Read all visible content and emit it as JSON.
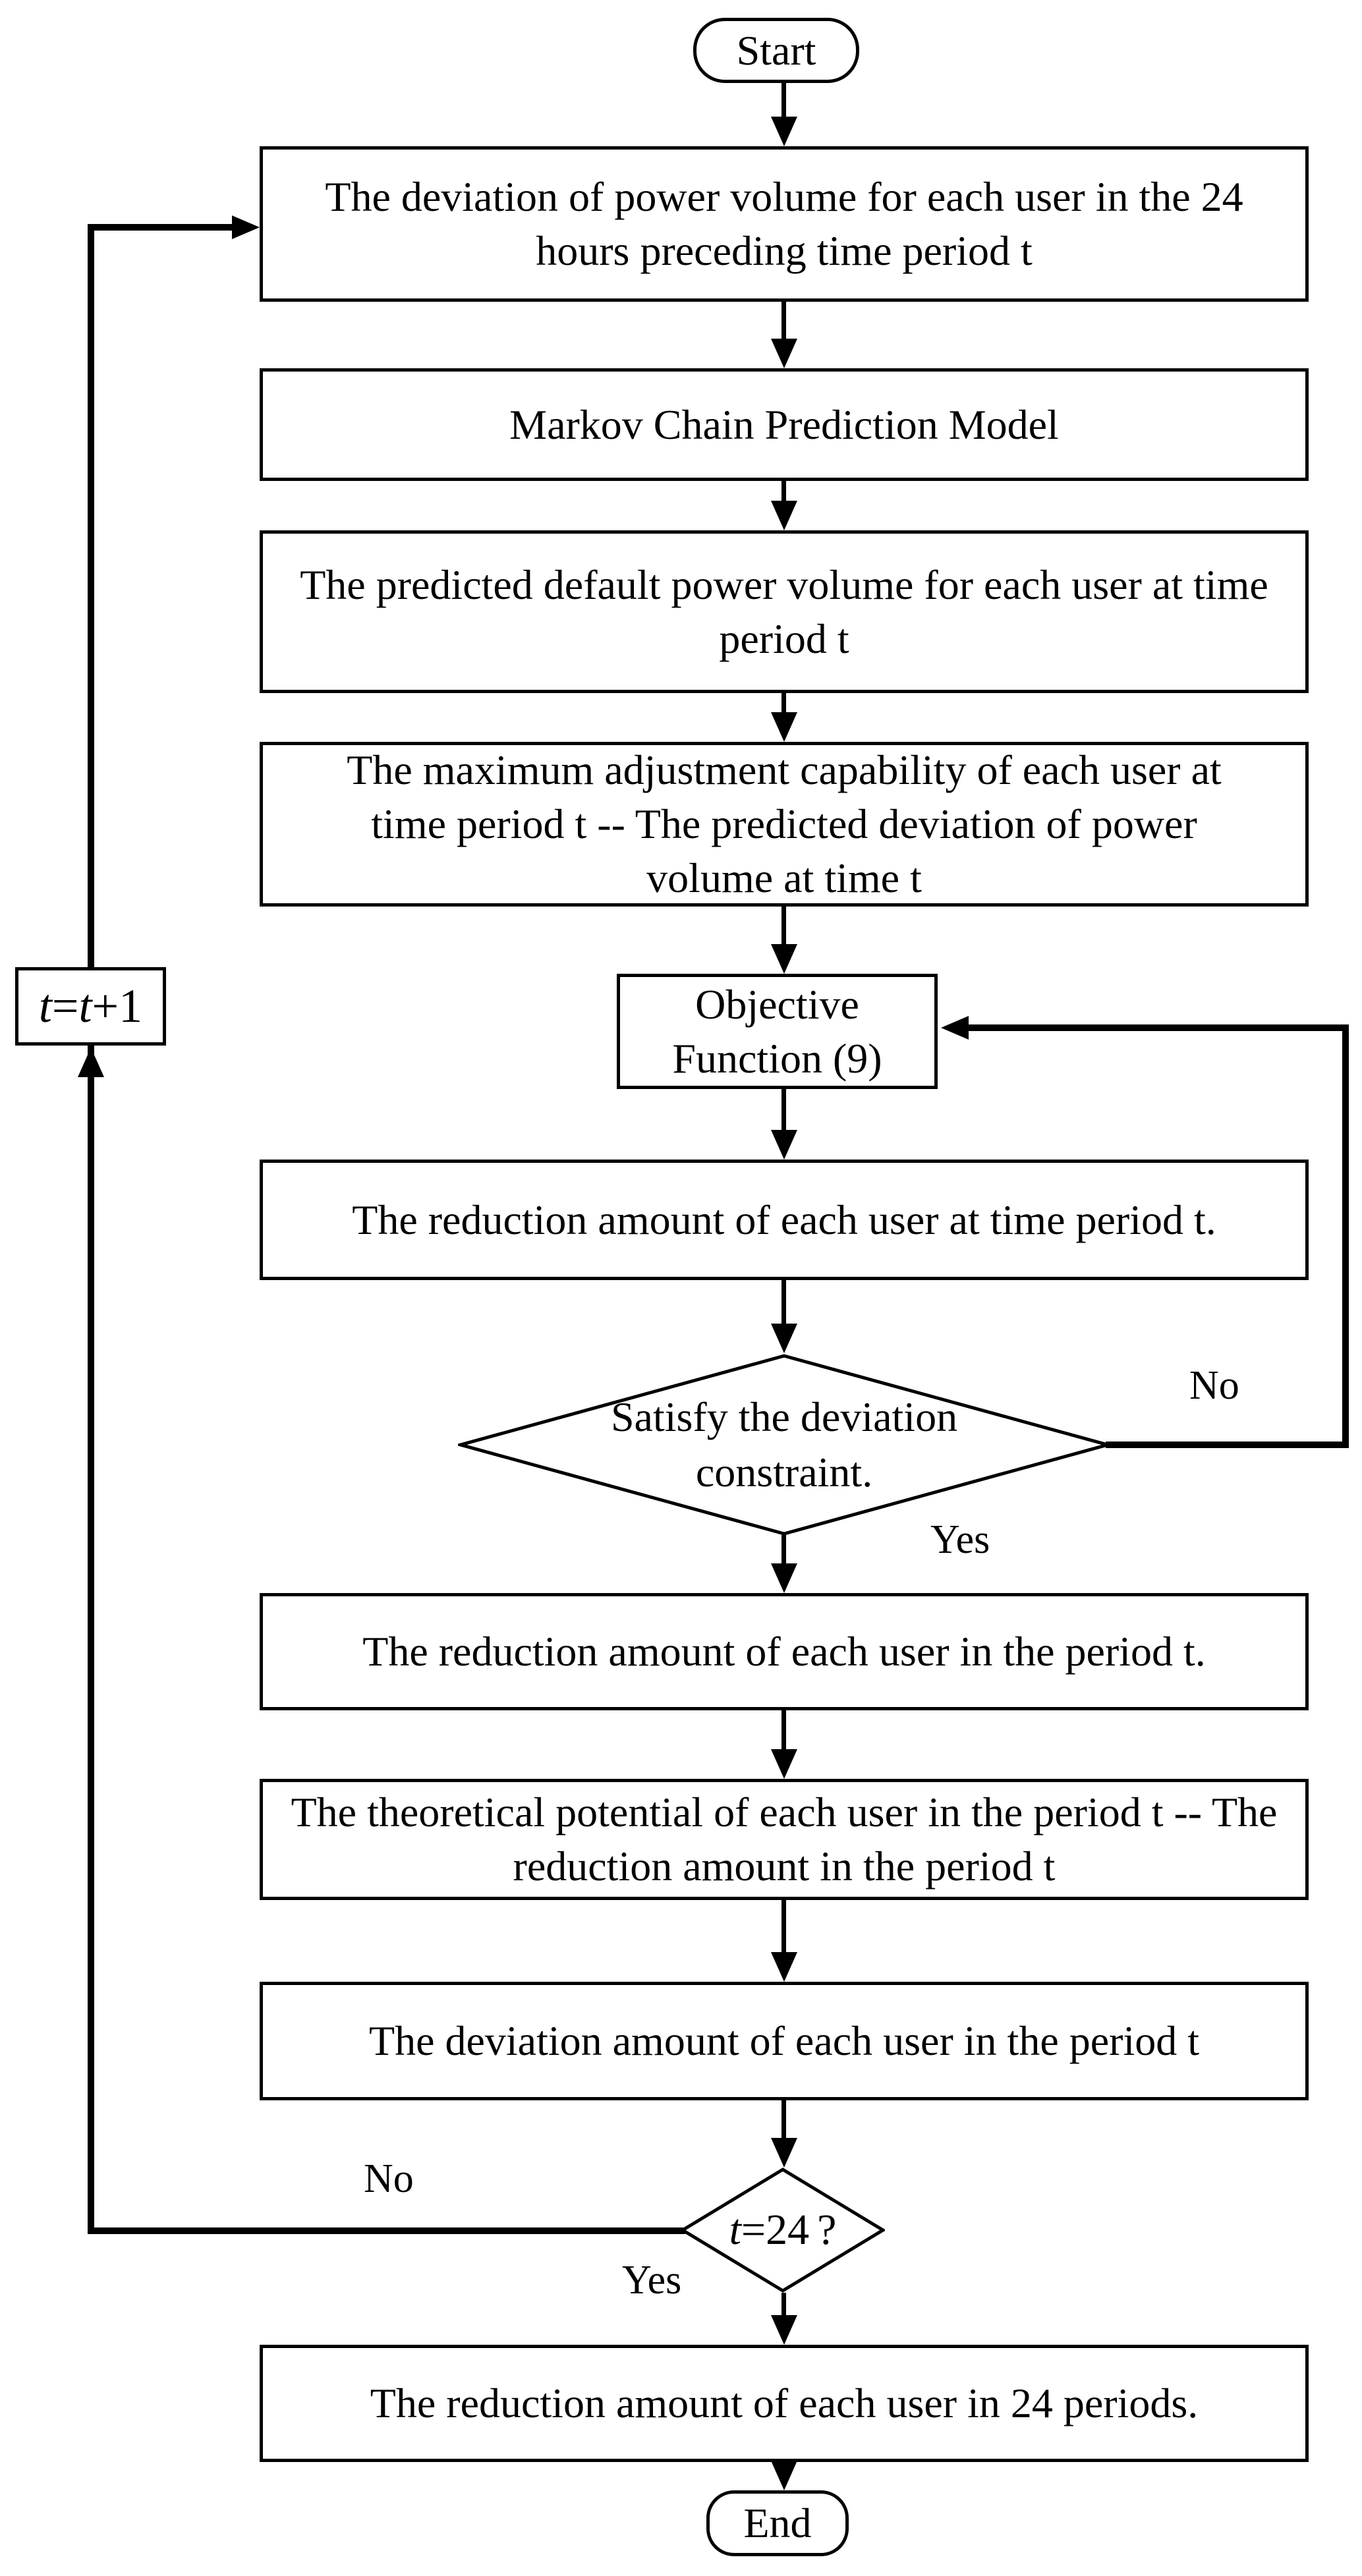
{
  "nodes": {
    "start": "Start",
    "deviation_history": "The deviation of power volume for each user in the 24 hours preceding time period t",
    "markov_model": "Markov Chain Prediction Model",
    "predicted_default": "The predicted default power volume for each user at time period t",
    "max_adjustment": "The maximum adjustment capability of each user at time period t -- The predicted deviation of power volume at time t",
    "objective": {
      "line1": "Objective",
      "line2": "Function (9)"
    },
    "reduction_at_t": "The reduction amount of each user at time period t.",
    "decision_constraint": {
      "line1": "Satisfy the deviation",
      "line2": "constraint."
    },
    "reduction_in_t": "The reduction amount of each user in the period t.",
    "theoretical_potential": "The theoretical potential of each user in the period t -- The reduction amount in the period t",
    "deviation_in_t": "The deviation amount of each user in the period t",
    "decision_t24": {
      "t": "t",
      "rest": "=24",
      "q": "?"
    },
    "loop_counter": {
      "t1": "t",
      "eq": "=",
      "t2": "t",
      "inc": "+1"
    },
    "reduction_24": "The reduction amount of each user in 24 periods.",
    "end": "End"
  },
  "labels": {
    "constraint_no": "No",
    "constraint_yes": "Yes",
    "t24_no": "No",
    "t24_yes": "Yes"
  },
  "colors": {
    "line": "#000000",
    "background": "#ffffff"
  }
}
